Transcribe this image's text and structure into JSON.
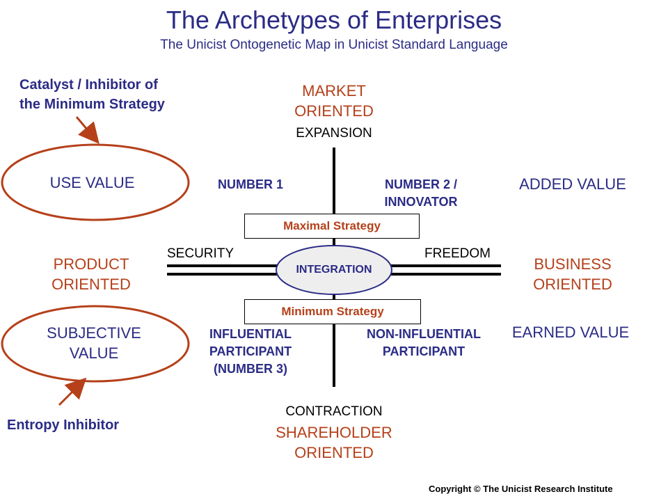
{
  "title": "The Archetypes of Enterprises",
  "subtitle": "The Unicist Ontogenetic Map in Unicist Standard Language",
  "top": {
    "oriented_line1": "MARKET",
    "oriented_line2": "ORIENTED",
    "axis": "EXPANSION"
  },
  "bottom": {
    "axis": "CONTRACTION",
    "oriented_line1": "SHAREHOLDER",
    "oriented_line2": "ORIENTED"
  },
  "left": {
    "axis": "SECURITY",
    "oriented_line1": "PRODUCT",
    "oriented_line2": "ORIENTED"
  },
  "right": {
    "axis": "FREEDOM",
    "oriented_line1": "BUSINESS",
    "oriented_line2": "ORIENTED"
  },
  "center": "INTEGRATION",
  "maximal_strategy": "Maximal Strategy",
  "minimum_strategy": "Minimum Strategy",
  "quadrants": {
    "top_left": "NUMBER 1",
    "top_right_line1": "NUMBER 2 /",
    "top_right_line2": "INNOVATOR",
    "bottom_left_line1": "INFLUENTIAL",
    "bottom_left_line2": "PARTICIPANT",
    "bottom_left_line3": "(NUMBER 3)",
    "bottom_right_line1": "NON-INFLUENTIAL",
    "bottom_right_line2": "PARTICIPANT"
  },
  "values": {
    "use_value": "USE VALUE",
    "added_value": "ADDED VALUE",
    "subjective_line1": "SUBJECTIVE",
    "subjective_line2": "VALUE",
    "earned_value": "EARNED VALUE"
  },
  "annotations": {
    "catalyst_line1": "Catalyst / Inhibitor of",
    "catalyst_line2": "the Minimum Strategy",
    "entropy": "Entropy Inhibitor"
  },
  "copyright": "Copyright © The Unicist Research Institute",
  "colors": {
    "navy": "#2b2b86",
    "orange": "#b5401a",
    "ellipse_fill": "#eeeeee"
  }
}
